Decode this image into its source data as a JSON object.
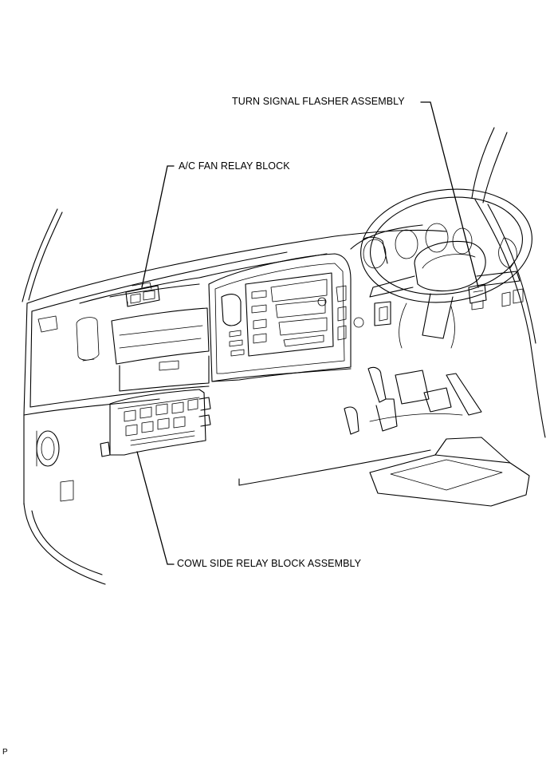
{
  "labels": {
    "turn_signal": "TURN SIGNAL FLASHER ASSEMBLY",
    "ac_fan_relay": "A/C FAN RELAY BLOCK",
    "cowl_side_relay": "COWL SIDE RELAY BLOCK ASSEMBLY"
  },
  "corner_mark": "P"
}
